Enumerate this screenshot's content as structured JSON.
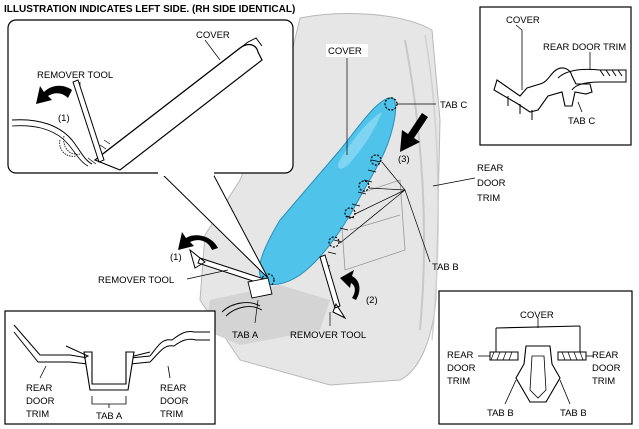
{
  "header": "ILLUSTRATION INDICATES LEFT SIDE. (RH SIDE IDENTICAL)",
  "callout_main": {
    "cover": "COVER",
    "remover_tool": "REMOVER TOOL",
    "step": "(1)"
  },
  "callout_tabc": {
    "cover": "COVER",
    "rear_door_trim": "REAR DOOR TRIM",
    "tab": "TAB C"
  },
  "callout_taba": {
    "rear_door_trim_left": [
      "REAR",
      "DOOR",
      "TRIM"
    ],
    "rear_door_trim_right": [
      "REAR",
      "DOOR",
      "TRIM"
    ],
    "tab": "TAB A"
  },
  "callout_tabb": {
    "cover": "COVER",
    "rear_door_trim_left": [
      "REAR",
      "DOOR",
      "TRIM"
    ],
    "rear_door_trim_right": [
      "REAR",
      "DOOR",
      "TRIM"
    ],
    "tab_left": "TAB B",
    "tab_right": "TAB B"
  },
  "main": {
    "cover": "COVER",
    "tab_c": "TAB C",
    "tab_b": "TAB B",
    "tab_a": "TAB A",
    "remover_tool_left": "REMOVER TOOL",
    "remover_tool_bottom": "REMOVER TOOL",
    "rear_door_trim": [
      "REAR",
      "DOOR",
      "TRIM"
    ],
    "step_1": "(1)",
    "step_2": "(2)",
    "step_3": "(3)"
  },
  "colors": {
    "cover_fill": "#4fc3ea",
    "door_fill": "#e6e6e6",
    "line": "#000000"
  }
}
